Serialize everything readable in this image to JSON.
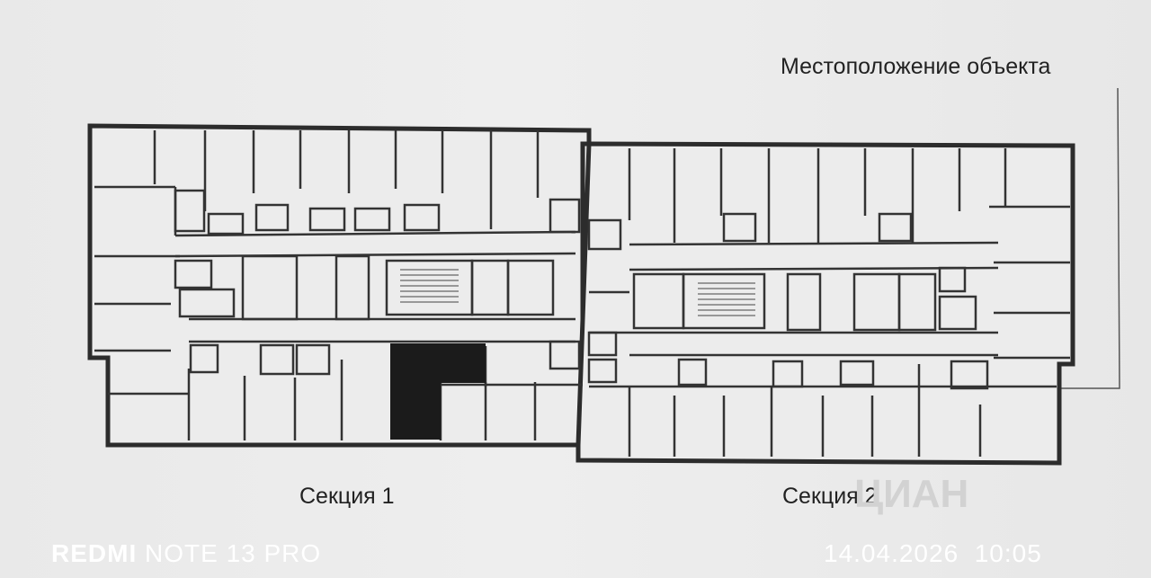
{
  "location_label": "Местоположение объекта",
  "section_1_label": "Секция 1",
  "section_2_label": "Секция 2",
  "watermark": "ЦИАН",
  "camera": {
    "brand": "REDMI",
    "model": "NOTE 13 PRO",
    "datetime": "14.04.2026  10:05"
  },
  "colors": {
    "wall": "#2c2c2c",
    "paper": "#ebebeb",
    "highlight": "#1b1b1b"
  }
}
